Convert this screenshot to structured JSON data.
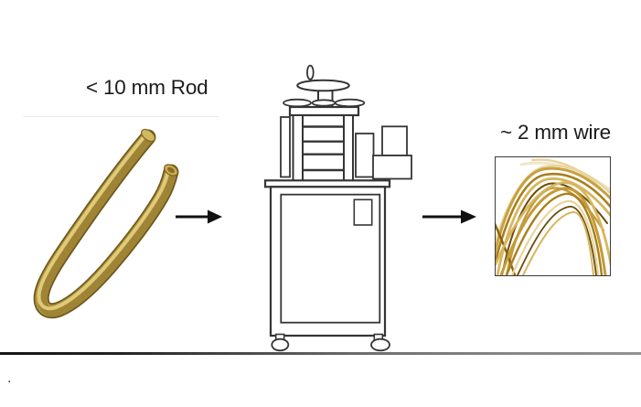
{
  "diagram": {
    "title": "",
    "steps": [
      {
        "id": "input-rod",
        "label": "< 10 mm Rod",
        "illustration": "brass-rod-photo"
      },
      {
        "id": "rolling-mill",
        "label": "",
        "illustration": "rolling-mill-line-drawing"
      },
      {
        "id": "output-wire",
        "label": "~ 2 mm wire",
        "illustration": "gold-wire-photo"
      }
    ],
    "connectors": [
      {
        "from": "input-rod",
        "to": "rolling-mill",
        "type": "arrow-right"
      },
      {
        "from": "rolling-mill",
        "to": "output-wire",
        "type": "arrow-right"
      }
    ],
    "footnote": "."
  },
  "colors": {
    "background": "#ffffff",
    "text": "#1b1b1b",
    "outline": "#353535",
    "arrow": "#111111",
    "ground_dark": "#151515",
    "ground_light": "#929292",
    "brass_mid": "#b29441",
    "brass_highlight": "#e3d07e",
    "brass_shadow": "#6e5a20",
    "wire_gold": "#c89a3a",
    "photo_border": "#3c3c3c"
  }
}
